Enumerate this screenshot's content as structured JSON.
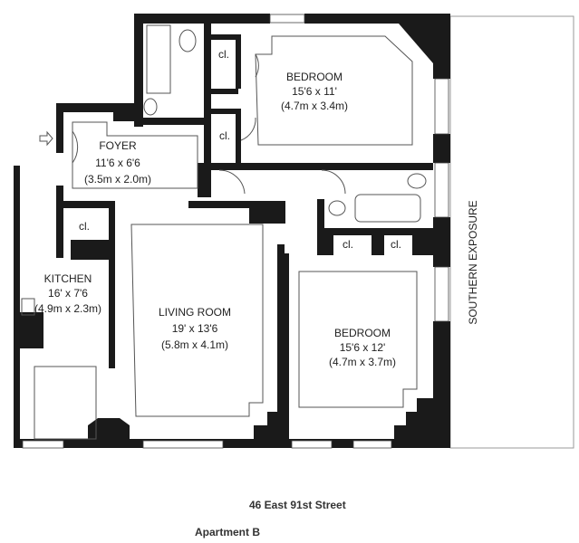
{
  "rooms": {
    "bedroom_north": {
      "name": "BEDROOM",
      "dim_imperial": "15'6 x 11'",
      "dim_metric": "(4.7m x 3.4m)"
    },
    "foyer": {
      "name": "FOYER",
      "dim_imperial": "11'6 x 6'6",
      "dim_metric": "(3.5m x 2.0m)"
    },
    "kitchen": {
      "name": "KITCHEN",
      "dim_imperial": "16' x 7'6",
      "dim_metric": "(4.9m x 2.3m)"
    },
    "living_room": {
      "name": "LIVING ROOM",
      "dim_imperial": "19' x 13'6",
      "dim_metric": "(5.8m x 4.1m)"
    },
    "bedroom_south": {
      "name": "BEDROOM",
      "dim_imperial": "15'6 x 12'",
      "dim_metric": "(4.7m x 3.7m)"
    }
  },
  "closets": [
    "cl.",
    "cl.",
    "cl.",
    "cl.",
    "cl."
  ],
  "exposure_label": "SOUTHERN EXPOSURE",
  "address": "46 East 91st Street",
  "apartment": "Apartment B"
}
